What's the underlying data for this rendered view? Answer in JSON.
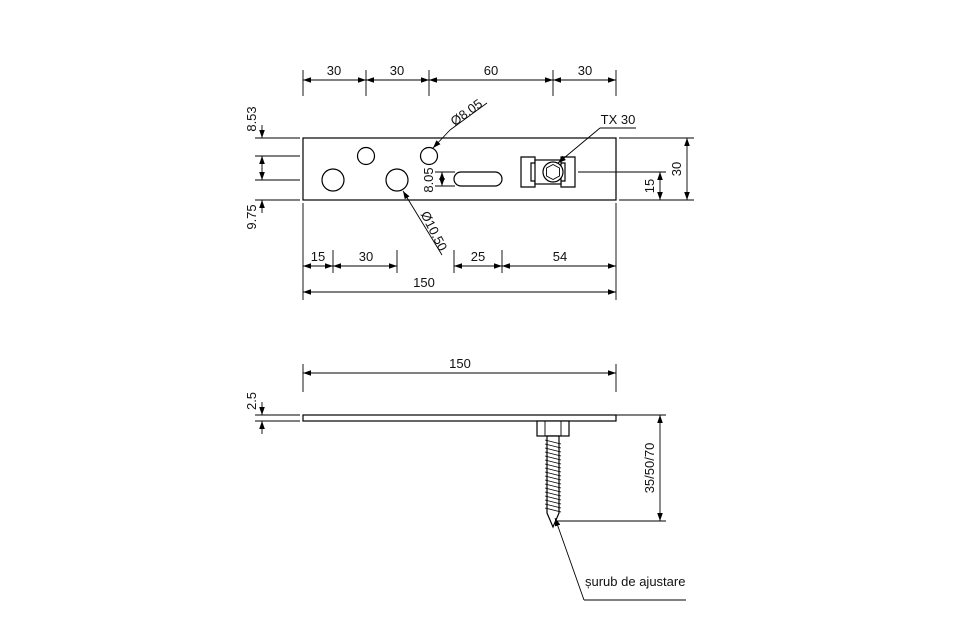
{
  "top_view": {
    "dim_30_a": "30",
    "dim_30_b": "30",
    "dim_60": "60",
    "dim_30_c": "30",
    "dim_8_53": "8.53",
    "dim_9_75": "9.75",
    "hole_small_label": "Ø8.05",
    "hole_large_label": "Ø10.50",
    "slot_width_label": "8.05",
    "screw_drive_label": "TX 30",
    "dim_15_right": "15",
    "dim_30_right": "30",
    "dim_15_bottom": "15",
    "dim_30_bottom": "30",
    "dim_25": "25",
    "dim_54": "54",
    "dim_150": "150"
  },
  "side_view": {
    "dim_150": "150",
    "dim_2_5": "2.5",
    "dim_screw_lengths": "35/50/70",
    "screw_label": "șurub de ajustare"
  }
}
